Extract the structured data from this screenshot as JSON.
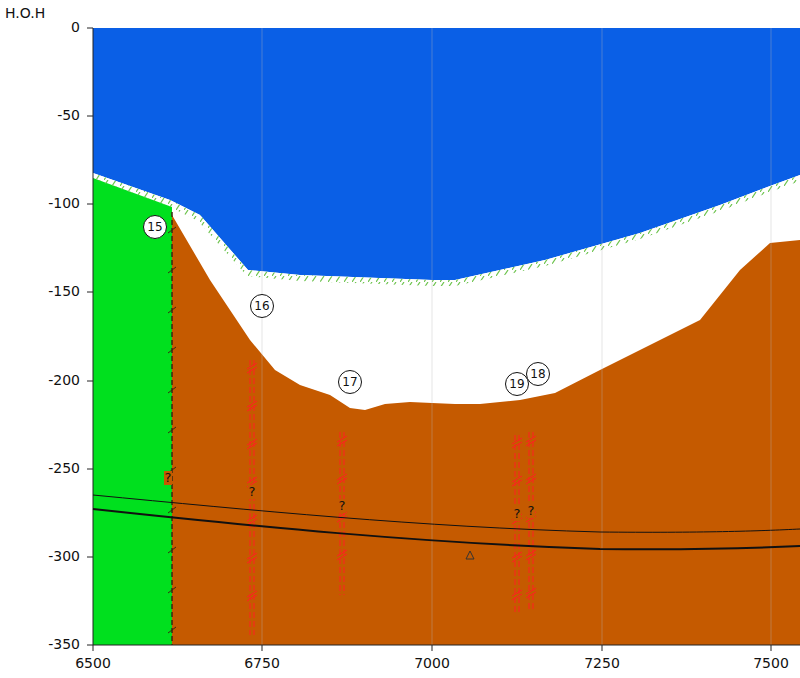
{
  "diagram": {
    "nodes": [
      {
        "text": [
          "15"
        ]
      },
      {
        "text": [
          "16"
        ]
      },
      {
        "text": [
          "17"
        ]
      },
      {
        "text": [
          "19"
        ]
      },
      {
        "text": [
          "18"
        ]
      }
    ],
    "labels": [
      "H.O.H",
      "0",
      "-50",
      "-100",
      "-150",
      "-200",
      "-250",
      "-300",
      "-350",
      "6500",
      "6750",
      "7000",
      "7250",
      "7500",
      "?",
      "?",
      "?",
      "?",
      "?"
    ]
  }
}
